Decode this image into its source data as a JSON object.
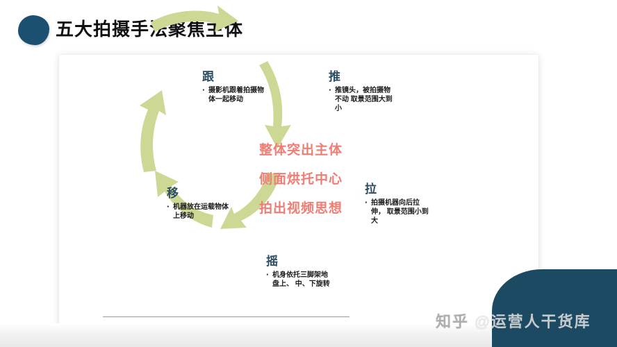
{
  "slide": {
    "title": "五大拍摄手法聚焦主体",
    "title_blob_color": "#1c5070",
    "accent_color": "#1c4a63",
    "arrow_color": "#ccd894",
    "center_text_color": "#ef7d74",
    "node_head_color": "#2c4d63"
  },
  "center": {
    "lines": [
      "整体突出主体",
      "侧面烘托中心",
      "拍出视频思想"
    ]
  },
  "nodes": [
    {
      "id": "gen",
      "head": "跟",
      "body": "摄影机跟着拍摄物体一起移动",
      "position": "top-left"
    },
    {
      "id": "tui",
      "head": "推",
      "body": "推镜头，被拍摄物不动 取景范围大到小",
      "position": "top-right"
    },
    {
      "id": "la",
      "head": "拉",
      "body": "拍摄机器向后拉伸， 取景范围小到大",
      "position": "right"
    },
    {
      "id": "yao",
      "head": "摇",
      "body": "机身依托三脚架地盘上、 中、下旋转",
      "position": "bottom"
    },
    {
      "id": "yi",
      "head": "移",
      "body": "机器放在运载物体上移动",
      "position": "left"
    }
  ],
  "watermark": {
    "prefix": "知乎 ",
    "handle": "@运营人干货库"
  }
}
